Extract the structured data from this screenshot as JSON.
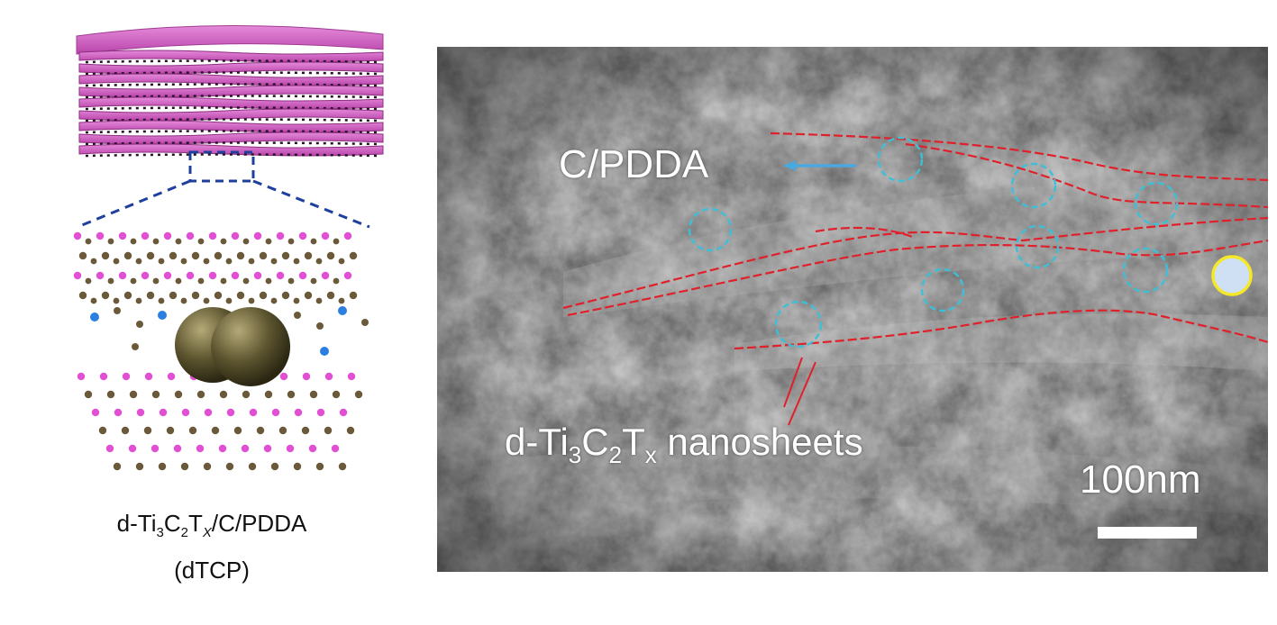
{
  "schematic": {
    "caption_formula": {
      "d": "d-Ti",
      "ti_sub": "3",
      "c": "C",
      "c_sub": "2",
      "t": "T",
      "t_sub": "X",
      "rest": "/C/PDDA"
    },
    "caption_abbrev": "(dTCP)",
    "colors": {
      "sheet": "#d45fc8",
      "ti_atom": "#e04fd4",
      "c_atom": "#6b5a3a",
      "n_atom": "#2a7fe0",
      "sphere": "#5e5630",
      "zoom_box": "#1f3f9e"
    }
  },
  "micrograph": {
    "label_cpdda": "C/PDDA",
    "label_sheets": {
      "d": "d-Ti",
      "ti_sub": "3",
      "c": "C",
      "c_sub": "2",
      "t": "T",
      "t_sub": "x",
      "rest": " nanosheets"
    },
    "scale_bar_label": "100nm",
    "colors": {
      "sheet_outline": "#e0202a",
      "particle_circle": "#3cc0d8",
      "arrow": "#4aa8e0",
      "highlight_particle": "#cfe0f5",
      "highlight_ring": "#f5e82a"
    }
  }
}
